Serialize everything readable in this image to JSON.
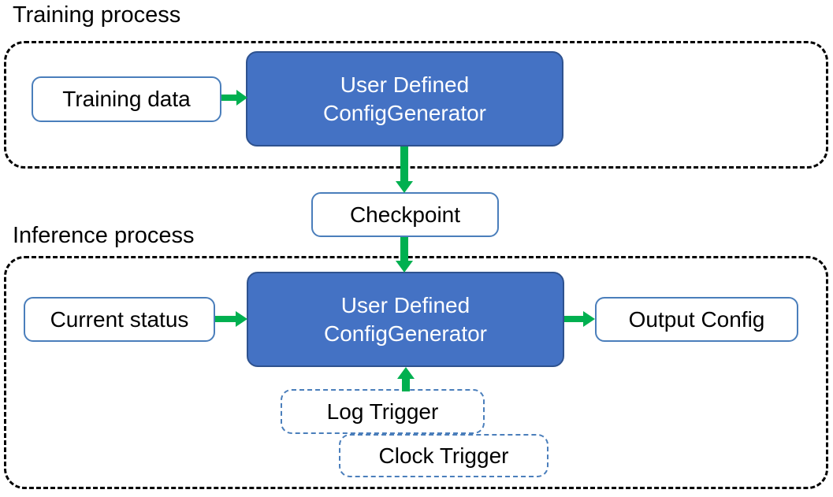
{
  "diagram": {
    "title_training": "Training process",
    "title_inference": "Inference process",
    "accent_colors": {
      "process_fill": "#4472C4",
      "process_border": "#2E528F",
      "data_box_border": "#4A7EBB",
      "trigger_border": "#4A7EBB",
      "arrow_green": "#00B050",
      "group_border": "#000000",
      "text_dark": "#000000",
      "text_light": "#FFFFFF"
    }
  },
  "training_section": {
    "label": "Training process",
    "input_box": {
      "label": "Training data"
    },
    "process_box": {
      "line1": "User Defined",
      "line2": "ConfigGenerator"
    }
  },
  "checkpoint": {
    "label": "Checkpoint"
  },
  "inference_section": {
    "label": "Inference process",
    "input_box": {
      "label": "Current status"
    },
    "process_box": {
      "line1": "User Defined",
      "line2": "ConfigGenerator"
    },
    "output_box": {
      "label": "Output Config"
    },
    "triggers": [
      {
        "label": "Log Trigger"
      },
      {
        "label": "Clock Trigger"
      }
    ]
  },
  "arrows": [
    {
      "name": "training-data-to-process",
      "direction": "right"
    },
    {
      "name": "training-process-to-checkpoint",
      "direction": "down"
    },
    {
      "name": "checkpoint-to-inference-process",
      "direction": "down"
    },
    {
      "name": "current-status-to-inference-process",
      "direction": "right"
    },
    {
      "name": "inference-process-to-output-config",
      "direction": "right"
    },
    {
      "name": "triggers-to-inference-process",
      "direction": "up"
    }
  ]
}
